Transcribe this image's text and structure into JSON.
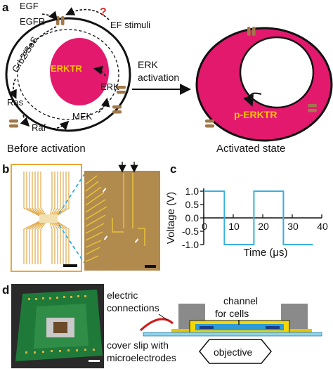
{
  "panel_a": {
    "label": "a",
    "egf": "EGF",
    "egfr": "EGFR",
    "question": "?",
    "ef_stimuli": "EF stimuli",
    "grb2": "Grb2/SoS",
    "ras": "Ras",
    "raf": "Raf",
    "mek": "MEK",
    "erk": "ERK",
    "erktr": "ERKTR",
    "arrow_line1": "ERK",
    "arrow_line2": "activation",
    "before": "Before activation",
    "p_erktr": "p-ERKTR",
    "after": "Activated state"
  },
  "panel_b": {
    "label": "b"
  },
  "panel_c": {
    "label": "c",
    "chart_data": {
      "type": "line",
      "xlabel": "Time (μs)",
      "ylabel": "Voltage (V)",
      "xlim": [
        0,
        40
      ],
      "ylim": [
        -1.0,
        1.0
      ],
      "x_ticks": [
        "0",
        "10",
        "20",
        "30",
        "40"
      ],
      "y_ticks": [
        "1.0",
        "0.5",
        "0.0",
        "-0.5",
        "-1.0"
      ],
      "series": [
        {
          "x": [
            0,
            7,
            7,
            17,
            17,
            27,
            27,
            37
          ],
          "y": [
            1.0,
            1.0,
            -1.0,
            -1.0,
            1.0,
            1.0,
            -1.0,
            -1.0
          ]
        }
      ],
      "line_color": "#3aaee0",
      "grid": false
    }
  },
  "panel_d": {
    "label": "d",
    "electric_1": "electric",
    "electric_2": "connections",
    "channel_1": "channel",
    "channel_2": "for cells",
    "cover_1": "cover slip with",
    "cover_2": "microelectrodes",
    "objective": "objective"
  },
  "colors": {
    "nucleus": "#e2196d",
    "text_yellow": "#f5c400",
    "receptor": "#a0784a",
    "plot_line": "#3aaee0",
    "dashed_line": "#3aa0d8"
  }
}
